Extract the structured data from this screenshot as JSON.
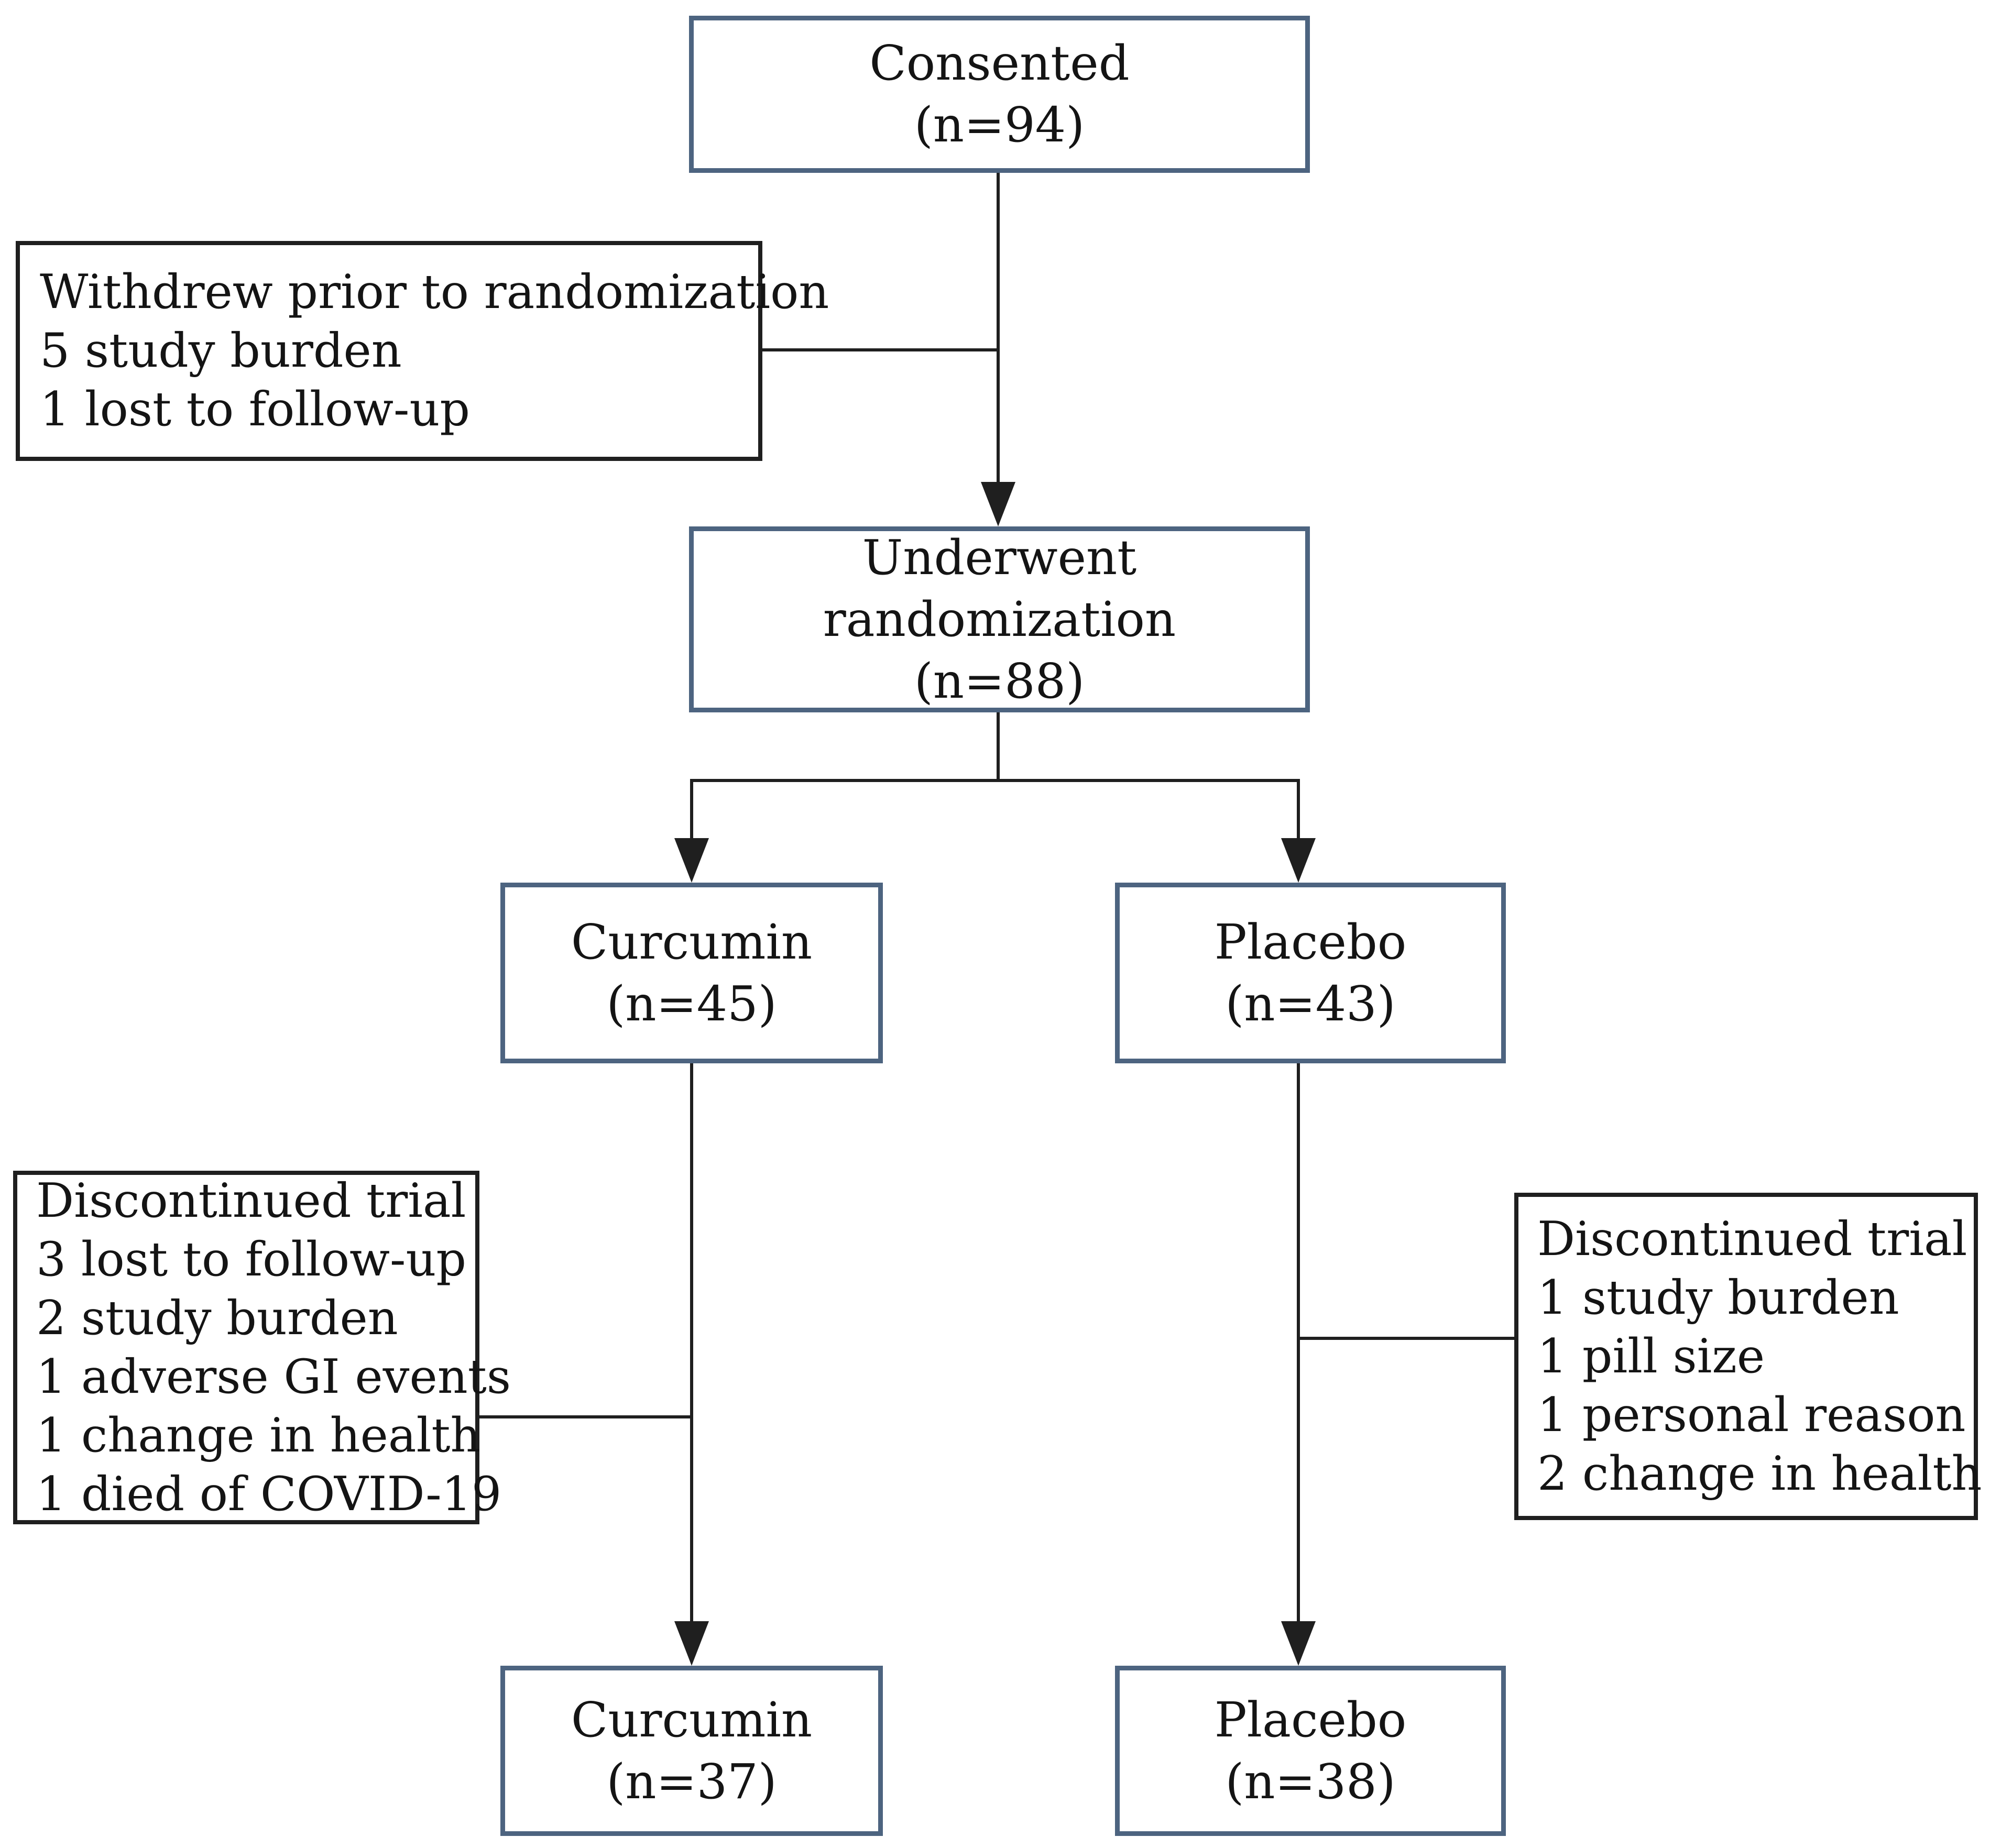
{
  "diagram": {
    "kind": "clinical-trial-flowchart",
    "colors": {
      "stage_box_border": "#4d6480",
      "side_box_border": "#1f1f1f",
      "connector": "#1f1f1f",
      "text": "#141414",
      "background": "#ffffff"
    },
    "nodes": {
      "consented": {
        "label": "Consented",
        "n": "(n=94)"
      },
      "withdrew": {
        "lines": [
          "Withdrew prior to randomization",
          "5 study burden",
          "1 lost to follow-up"
        ]
      },
      "underwent": {
        "label": "Underwent randomization",
        "n": "(n=88)"
      },
      "curcumin_randomized": {
        "label": "Curcumin",
        "n": "(n=45)"
      },
      "placebo_randomized": {
        "label": "Placebo",
        "n": "(n=43)"
      },
      "curcumin_discontinued": {
        "lines": [
          "Discontinued trial",
          "3 lost to follow-up",
          "2 study burden",
          "1 adverse GI events",
          "1 change in health",
          "1 died of COVID-19"
        ]
      },
      "placebo_discontinued": {
        "lines": [
          "Discontinued trial",
          "1 study burden",
          "1 pill size",
          "1 personal reason",
          "2 change in health"
        ]
      },
      "curcumin_completed": {
        "label": "Curcumin",
        "n": "(n=37)"
      },
      "placebo_completed": {
        "label": "Placebo",
        "n": "(n=38)"
      }
    }
  }
}
